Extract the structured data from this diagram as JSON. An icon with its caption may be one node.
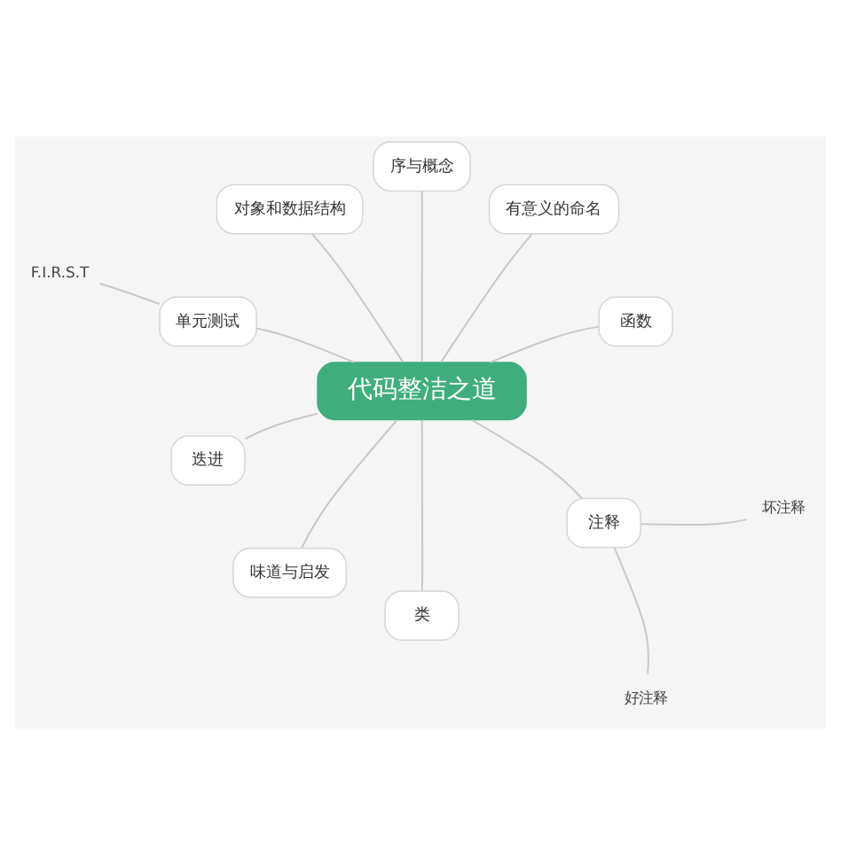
{
  "diagram": {
    "nodes": [
      {
        "text": [
          "代码整洁之道"
        ]
      },
      {
        "text": [
          "有意义的命名"
        ]
      },
      {
        "text": [
          "函数"
        ]
      },
      {
        "text": [
          "注释"
        ]
      },
      {
        "text": [
          "好注释"
        ]
      },
      {
        "text": [
          "坏注释"
        ]
      },
      {
        "text": [
          "类"
        ]
      },
      {
        "text": [
          "味道与启发"
        ]
      },
      {
        "text": [
          "迭进"
        ]
      },
      {
        "text": [
          "单元测试"
        ]
      },
      {
        "text": [
          "F.I.R.S.T"
        ]
      },
      {
        "text": [
          "对象和数据结构"
        ]
      },
      {
        "text": [
          "序与概念"
        ]
      }
    ],
    "edges": [
      {
        "from": 0,
        "to": 2,
        "arrow": "none"
      },
      {
        "from": 0,
        "to": 1,
        "arrow": "none"
      },
      {
        "from": 0,
        "to": 12,
        "arrow": "none"
      },
      {
        "from": 0,
        "to": 11,
        "arrow": "none"
      },
      {
        "from": 0,
        "to": 9,
        "arrow": "none"
      },
      {
        "from": 9,
        "to": 10,
        "arrow": "none"
      },
      {
        "from": 0,
        "to": 8,
        "arrow": "none"
      },
      {
        "from": 0,
        "to": 7,
        "arrow": "none"
      },
      {
        "from": 0,
        "to": 6,
        "arrow": "none"
      },
      {
        "from": 0,
        "to": 3,
        "arrow": "none"
      },
      {
        "from": 3,
        "to": 4,
        "arrow": "none"
      },
      {
        "from": 3,
        "to": 5,
        "arrow": "none"
      }
    ]
  }
}
